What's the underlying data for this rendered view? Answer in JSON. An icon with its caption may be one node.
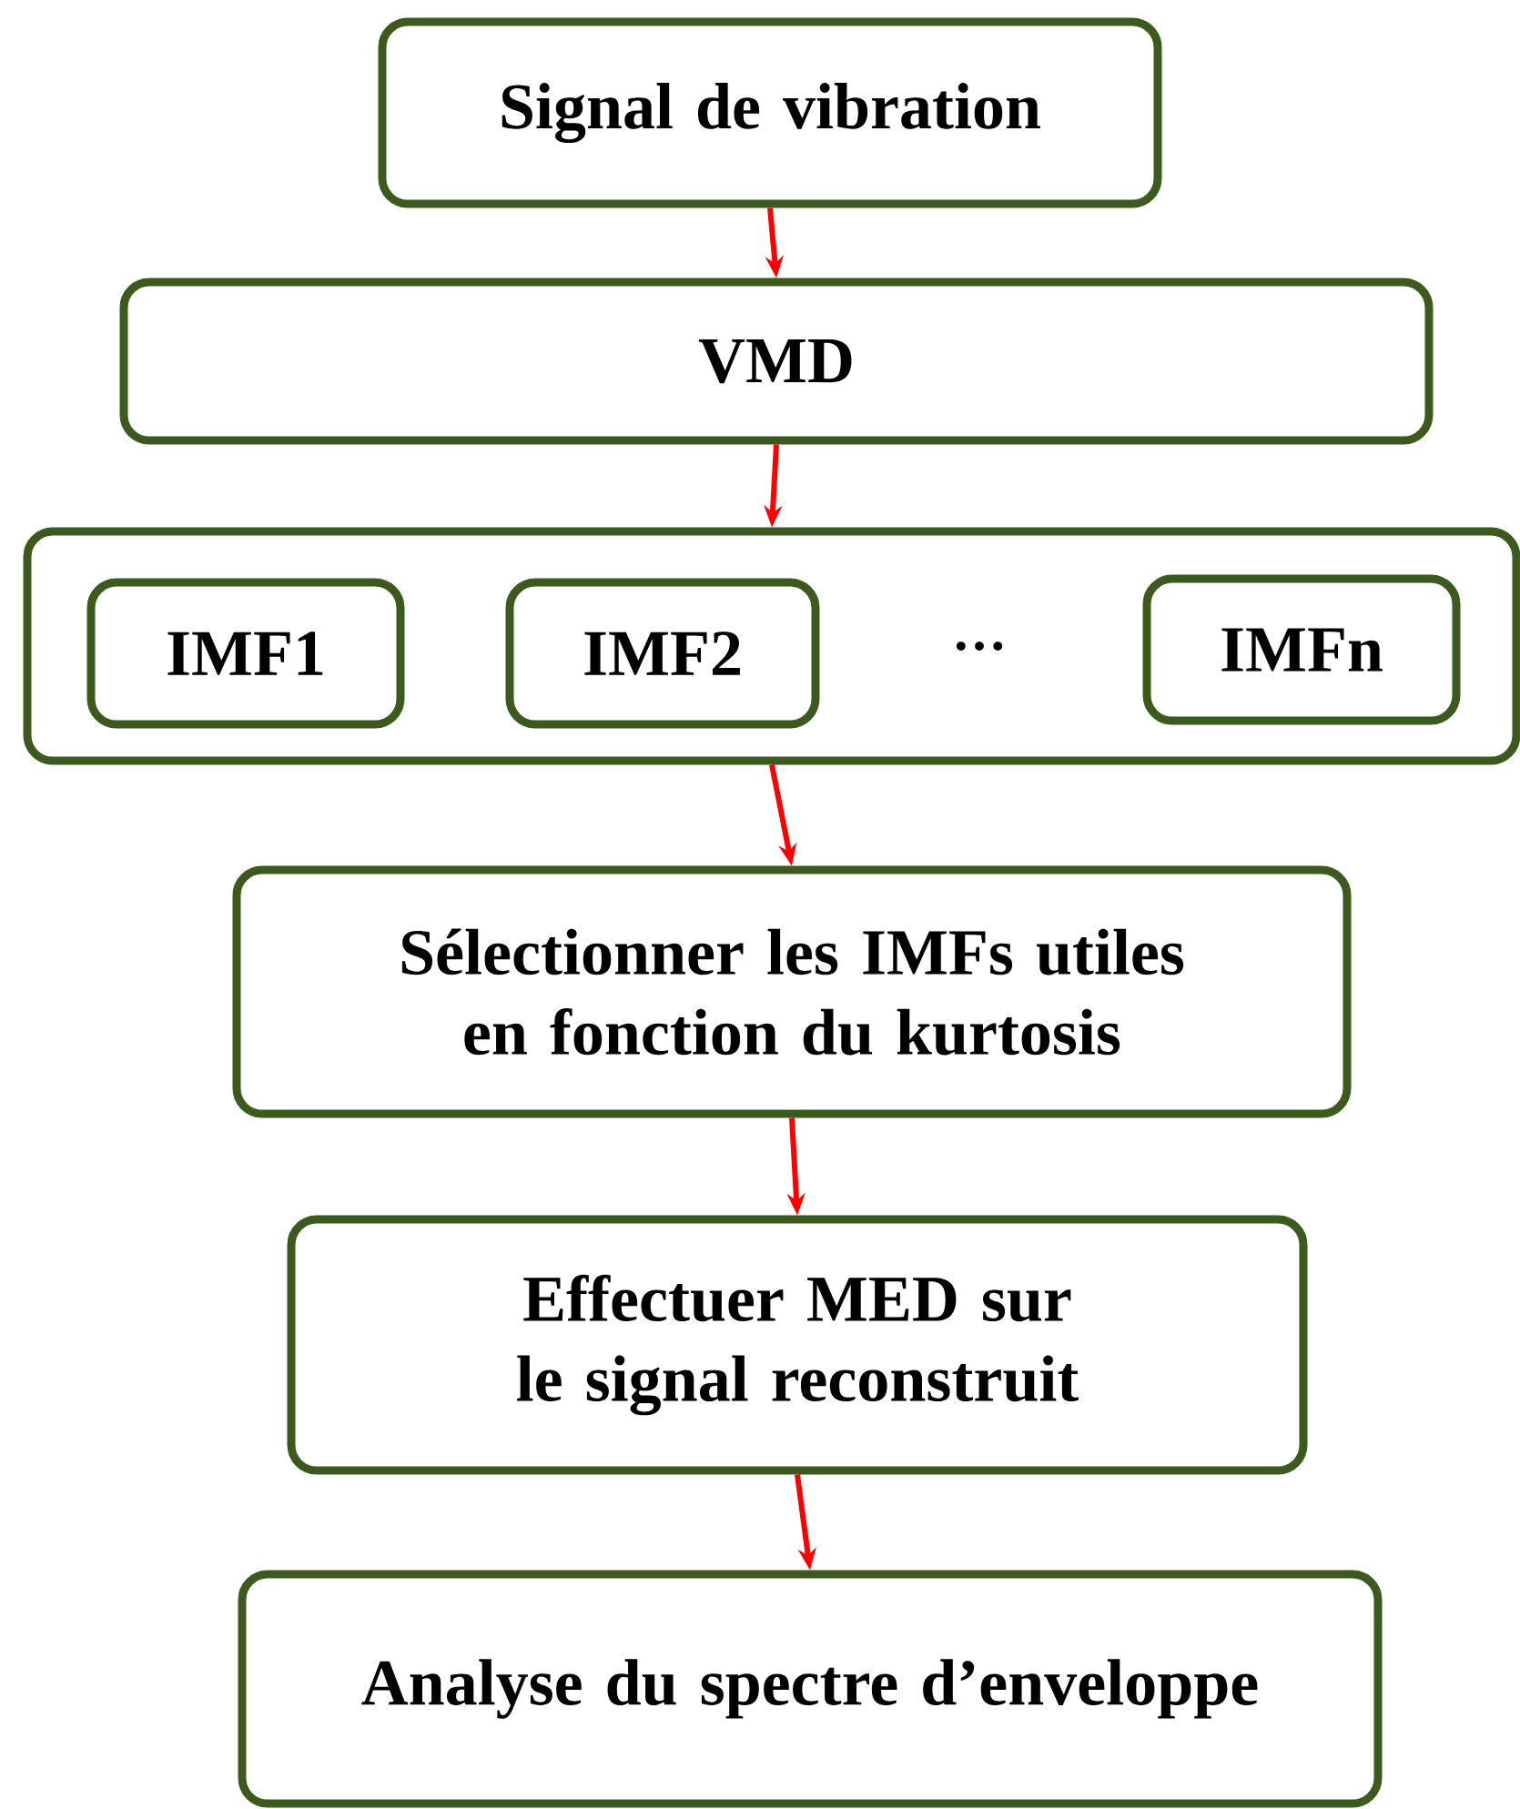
{
  "diagram": {
    "nodes": [
      {
        "text": [
          "Signal de vibration"
        ]
      },
      {
        "text": [
          "VMD"
        ]
      },
      {
        "text": [],
        "shape": "box"
      },
      {
        "text": [
          "IMF1"
        ],
        "in": 2
      },
      {
        "text": [
          "IMF2"
        ],
        "in": 2
      },
      {
        "text": [
          "IMFn"
        ],
        "in": 2
      },
      {
        "text": [
          "Sélectionner les IMFs utiles en fonction du kurtosis"
        ]
      },
      {
        "text": [
          "Effectuer MED sur le signal reconstruit"
        ]
      },
      {
        "text": [
          "Analyse du spectre d’enveloppe"
        ]
      }
    ],
    "edges": [
      {
        "from": 0,
        "to": 1,
        "arrow": "to"
      },
      {
        "from": 1,
        "to": 2,
        "arrow": "to"
      },
      {
        "from": 2,
        "to": 6,
        "arrow": "to"
      },
      {
        "from": 6,
        "to": 7,
        "arrow": "to"
      },
      {
        "from": 7,
        "to": 8,
        "arrow": "to"
      }
    ],
    "labels": [
      "…"
    ]
  }
}
